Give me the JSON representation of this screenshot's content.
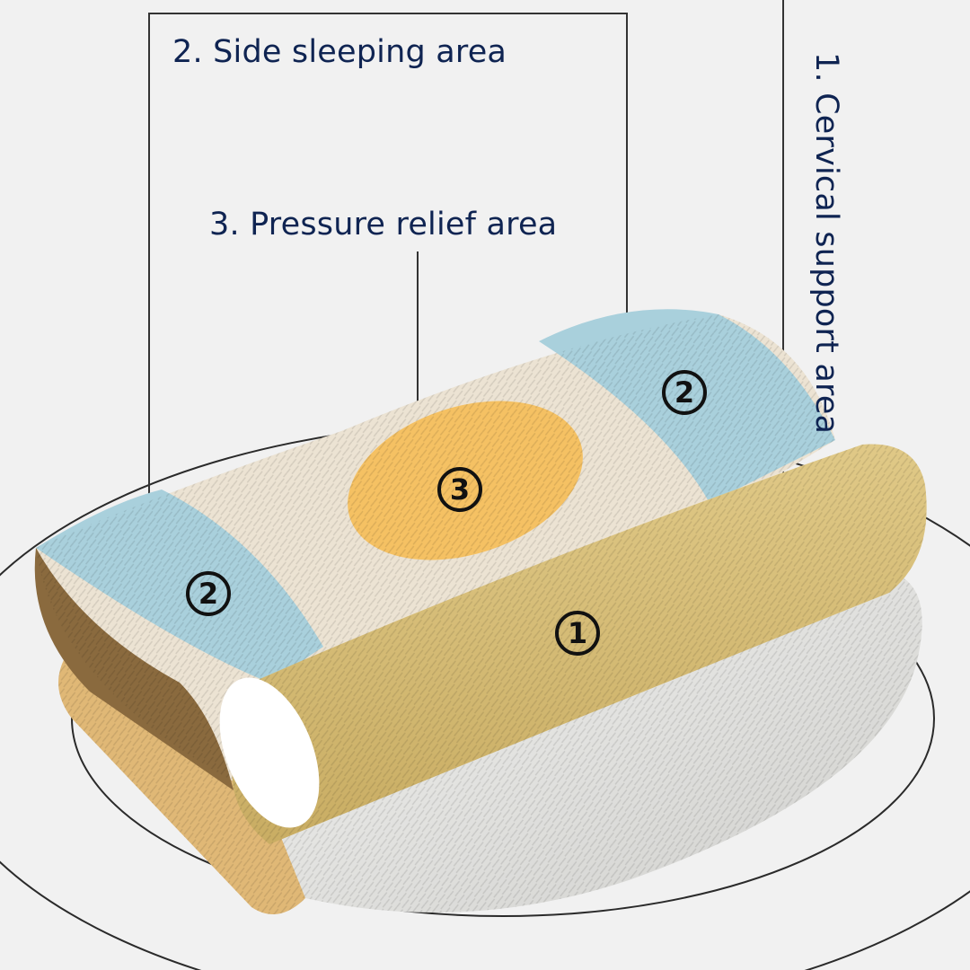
{
  "labels": {
    "cervical": "1. Cervical support area",
    "side": "2. Side sleeping area",
    "pressure": "3. Pressure relief area"
  },
  "markers": {
    "m1": "1",
    "m2_left": "2",
    "m2_right": "2",
    "m3": "3"
  },
  "colors": {
    "label_text": "#0f2452",
    "background": "#f1f1f1",
    "side_zone_blue": "#a9d0dc",
    "pressure_zone_orange": "#f5c163",
    "cervical_roll_yellow": "#d8c07a",
    "pillow_cream": "#ece3d3",
    "pillow_base_white": "#e6e6e4",
    "pillow_edge_brown": "#8a6a3e",
    "pillow_underside_tan": "#e0b876"
  }
}
